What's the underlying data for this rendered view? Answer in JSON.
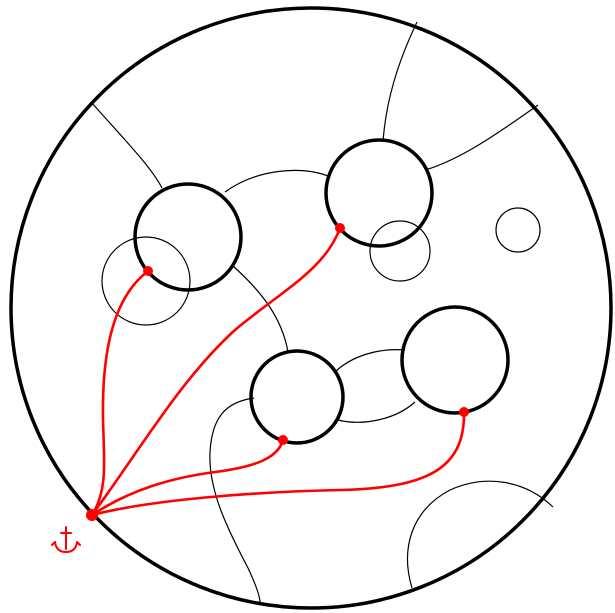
{
  "diagram": {
    "colors": {
      "outline": "#000000",
      "accent": "#ff0000",
      "background": "#ffffff"
    },
    "anchor": {
      "icon": "anchor-icon",
      "glyph": "⚓"
    },
    "boundaries": {
      "outer": 1,
      "holes": 4,
      "thin_circles": 4
    },
    "red_paths": 4
  }
}
